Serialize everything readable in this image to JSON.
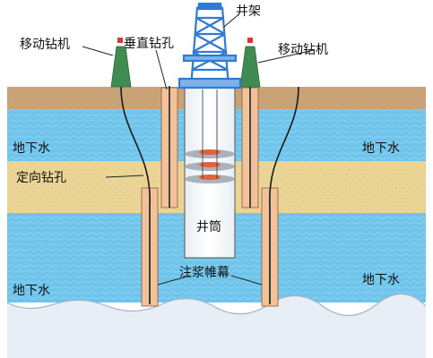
{
  "labels": {
    "derrick": "井架",
    "mobile_rig_left": "移动钻机",
    "mobile_rig_right": "移动钻机",
    "vertical_hole": "垂直钻孔",
    "directional_hole": "定向钻孔",
    "groundwater_left_upper": "地下水",
    "groundwater_right_upper": "地下水",
    "groundwater_left_lower": "地下水",
    "groundwater_right_lower": "地下水",
    "shaft": "井筒",
    "grout_curtain": "注浆帷幕"
  },
  "colors": {
    "surface_layer": "#c9a377",
    "aquifer": "#6ec4ea",
    "sand_layer": "#ead596",
    "bedrock": "#c7daf0",
    "grout": "#f2c29a",
    "rig": "#3f8b52",
    "derrick": "#2f7ad3",
    "shaft": "#ffffff",
    "platform": "#e0643b"
  }
}
